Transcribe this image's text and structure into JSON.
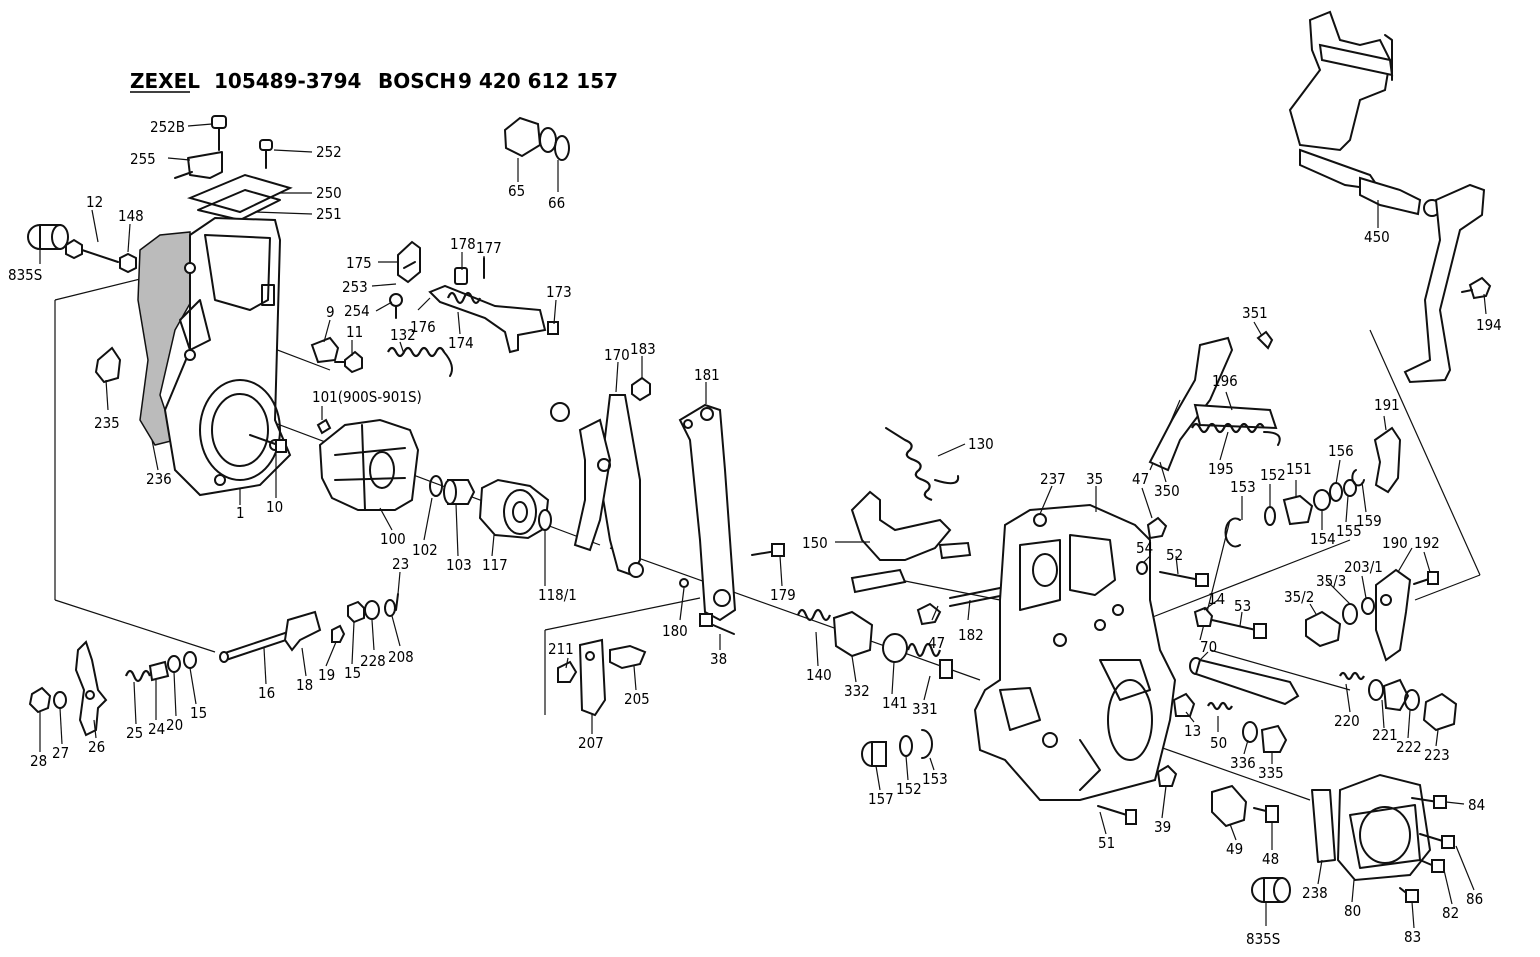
{
  "header": {
    "maker1": "ZEXEL",
    "part_number": "105489-3794",
    "maker2": "BOSCH",
    "bosch_number": "9 420 612 157"
  },
  "callouts": [
    {
      "id": "c252B",
      "label": "252B"
    },
    {
      "id": "c252",
      "label": "252"
    },
    {
      "id": "c255",
      "label": "255"
    },
    {
      "id": "c250",
      "label": "250"
    },
    {
      "id": "c251",
      "label": "251"
    },
    {
      "id": "c65",
      "label": "65"
    },
    {
      "id": "c66",
      "label": "66"
    },
    {
      "id": "c12",
      "label": "12"
    },
    {
      "id": "c148",
      "label": "148"
    },
    {
      "id": "c835S_a",
      "label": "835S"
    },
    {
      "id": "c178",
      "label": "178"
    },
    {
      "id": "c177",
      "label": "177"
    },
    {
      "id": "c175",
      "label": "175"
    },
    {
      "id": "c253",
      "label": "253"
    },
    {
      "id": "c254",
      "label": "254"
    },
    {
      "id": "c176",
      "label": "176"
    },
    {
      "id": "c174",
      "label": "174"
    },
    {
      "id": "c173",
      "label": "173"
    },
    {
      "id": "c9",
      "label": "9"
    },
    {
      "id": "c11",
      "label": "11"
    },
    {
      "id": "c132",
      "label": "132"
    },
    {
      "id": "c101",
      "label": "101(900S-901S)"
    },
    {
      "id": "c235",
      "label": "235"
    },
    {
      "id": "c236",
      "label": "236"
    },
    {
      "id": "c1",
      "label": "1"
    },
    {
      "id": "c10",
      "label": "10"
    },
    {
      "id": "c100",
      "label": "100"
    },
    {
      "id": "c102",
      "label": "102"
    },
    {
      "id": "c103",
      "label": "103"
    },
    {
      "id": "c117",
      "label": "117"
    },
    {
      "id": "c118_1",
      "label": "118/1"
    },
    {
      "id": "c170",
      "label": "170"
    },
    {
      "id": "c183",
      "label": "183"
    },
    {
      "id": "c181",
      "label": "181"
    },
    {
      "id": "c179",
      "label": "179"
    },
    {
      "id": "c180",
      "label": "180"
    },
    {
      "id": "c38",
      "label": "38"
    },
    {
      "id": "c211",
      "label": "211"
    },
    {
      "id": "c205",
      "label": "205"
    },
    {
      "id": "c207",
      "label": "207"
    },
    {
      "id": "c23",
      "label": "23"
    },
    {
      "id": "c208",
      "label": "208"
    },
    {
      "id": "c228",
      "label": "228"
    },
    {
      "id": "c15a",
      "label": "15"
    },
    {
      "id": "c19",
      "label": "19"
    },
    {
      "id": "c18",
      "label": "18"
    },
    {
      "id": "c16",
      "label": "16"
    },
    {
      "id": "c15b",
      "label": "15"
    },
    {
      "id": "c20",
      "label": "20"
    },
    {
      "id": "c24",
      "label": "24"
    },
    {
      "id": "c25",
      "label": "25"
    },
    {
      "id": "c26",
      "label": "26"
    },
    {
      "id": "c27",
      "label": "27"
    },
    {
      "id": "c28",
      "label": "28"
    },
    {
      "id": "c130",
      "label": "130"
    },
    {
      "id": "c150",
      "label": "150"
    },
    {
      "id": "c140",
      "label": "140"
    },
    {
      "id": "c332",
      "label": "332"
    },
    {
      "id": "c141",
      "label": "141"
    },
    {
      "id": "c331",
      "label": "331"
    },
    {
      "id": "c157",
      "label": "157"
    },
    {
      "id": "c152a",
      "label": "152"
    },
    {
      "id": "c153a",
      "label": "153"
    },
    {
      "id": "c47a",
      "label": "47"
    },
    {
      "id": "c182",
      "label": "182"
    },
    {
      "id": "c237",
      "label": "237"
    },
    {
      "id": "c35",
      "label": "35"
    },
    {
      "id": "c47b",
      "label": "47"
    },
    {
      "id": "c54",
      "label": "54"
    },
    {
      "id": "c52",
      "label": "52"
    },
    {
      "id": "c14",
      "label": "14"
    },
    {
      "id": "c53",
      "label": "53"
    },
    {
      "id": "c70",
      "label": "70"
    },
    {
      "id": "c13",
      "label": "13"
    },
    {
      "id": "c50",
      "label": "50"
    },
    {
      "id": "c336",
      "label": "336"
    },
    {
      "id": "c335",
      "label": "335"
    },
    {
      "id": "c51",
      "label": "51"
    },
    {
      "id": "c39",
      "label": "39"
    },
    {
      "id": "c49",
      "label": "49"
    },
    {
      "id": "c48",
      "label": "48"
    },
    {
      "id": "c238",
      "label": "238"
    },
    {
      "id": "c80",
      "label": "80"
    },
    {
      "id": "c835S_b",
      "label": "835S"
    },
    {
      "id": "c84",
      "label": "84"
    },
    {
      "id": "c86",
      "label": "86"
    },
    {
      "id": "c82",
      "label": "82"
    },
    {
      "id": "c83",
      "label": "83"
    },
    {
      "id": "c351",
      "label": "351"
    },
    {
      "id": "c196",
      "label": "196"
    },
    {
      "id": "c195",
      "label": "195"
    },
    {
      "id": "c350",
      "label": "350"
    },
    {
      "id": "c153b",
      "label": "153"
    },
    {
      "id": "c152b",
      "label": "152"
    },
    {
      "id": "c151",
      "label": "151"
    },
    {
      "id": "c156",
      "label": "156"
    },
    {
      "id": "c154",
      "label": "154"
    },
    {
      "id": "c155",
      "label": "155"
    },
    {
      "id": "c159",
      "label": "159"
    },
    {
      "id": "c191",
      "label": "191"
    },
    {
      "id": "c190",
      "label": "190"
    },
    {
      "id": "c192",
      "label": "192"
    },
    {
      "id": "c203_1",
      "label": "203/1"
    },
    {
      "id": "c35_3",
      "label": "35/3"
    },
    {
      "id": "c35_2",
      "label": "35/2"
    },
    {
      "id": "c220",
      "label": "220"
    },
    {
      "id": "c221",
      "label": "221"
    },
    {
      "id": "c222",
      "label": "222"
    },
    {
      "id": "c223",
      "label": "223"
    },
    {
      "id": "c450",
      "label": "450"
    },
    {
      "id": "c194",
      "label": "194"
    }
  ]
}
